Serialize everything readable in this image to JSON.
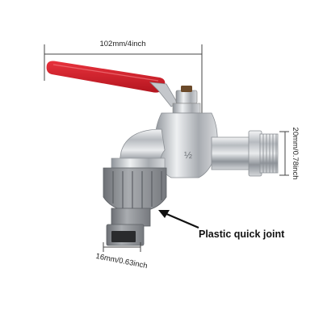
{
  "annotations": {
    "width_dimension": "102mm/4inch",
    "height_dimension": "20mm/0.78inch",
    "connector_dimension": "16mm/0.63inch",
    "callout_label": "Plastic quick joint"
  },
  "colors": {
    "handle_red": "#d51f2a",
    "chrome": "#c9ccd0",
    "plastic_grey": "#8e9196",
    "dimension_line": "#444444"
  }
}
